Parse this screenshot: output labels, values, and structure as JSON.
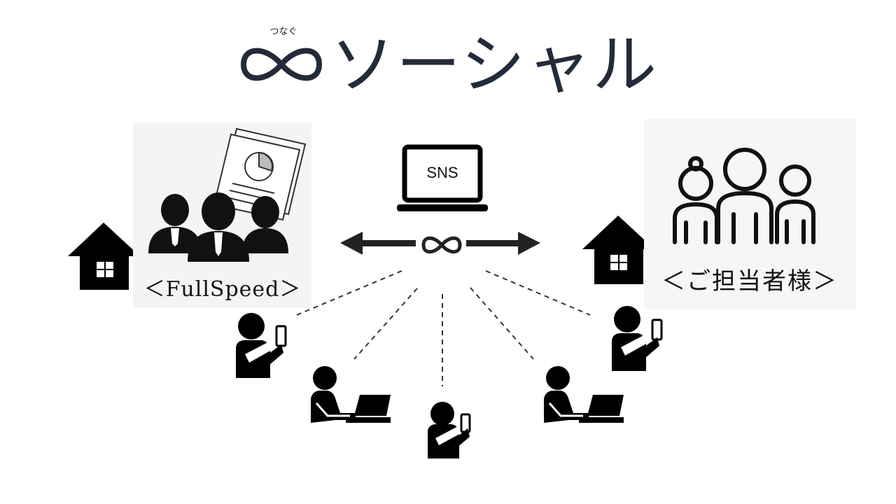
{
  "title": {
    "ruby": "つなぐ",
    "text": "ソーシャル"
  },
  "left_party": {
    "label": "＜FullSpeed＞"
  },
  "right_party": {
    "label": "＜ご担当者様＞"
  },
  "center": {
    "device_label": "SNS"
  },
  "colors": {
    "title": "#232b3b",
    "ink": "#111111",
    "panel": "#f4f4f4"
  },
  "icons": [
    "infinity-icon",
    "house-icon",
    "business-team-icon",
    "report-document-icon",
    "family-icon",
    "laptop-icon",
    "smartphone-user-icon",
    "laptop-user-icon",
    "arrow-left-icon",
    "arrow-right-icon"
  ]
}
